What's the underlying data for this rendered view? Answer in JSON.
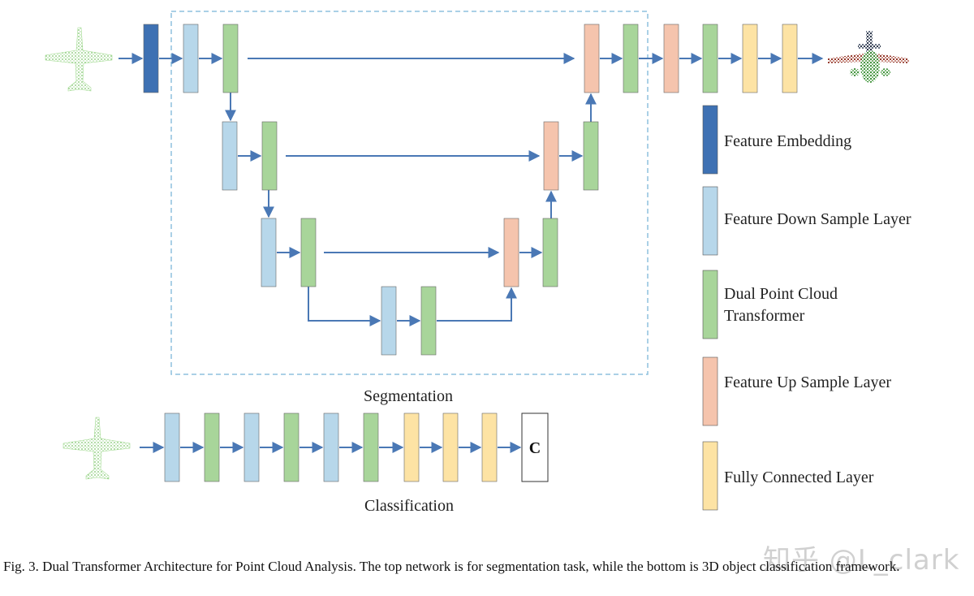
{
  "colors": {
    "embedding": "#3e71b3",
    "down": "#b7d7ea",
    "transformer": "#a8d59a",
    "up": "#f5c4ad",
    "fc": "#fde3a4",
    "arrow": "#4a78b5",
    "dashed_box": "#8ec0de",
    "output_box_border": "#333333"
  },
  "labels": {
    "segmentation": "Segmentation",
    "classification": "Classification",
    "output_class": "C"
  },
  "legend": [
    {
      "key": "embedding",
      "label_lines": [
        "Feature Embedding"
      ]
    },
    {
      "key": "down",
      "label_lines": [
        "Feature Down Sample Layer"
      ]
    },
    {
      "key": "transformer",
      "label_lines": [
        "Dual Point Cloud",
        "Transformer"
      ]
    },
    {
      "key": "up",
      "label_lines": [
        "Feature Up Sample Layer"
      ]
    },
    {
      "key": "fc",
      "label_lines": [
        "Fully Connected Layer"
      ]
    }
  ],
  "icons": {
    "input_top": "green-point-cloud-airplane-icon",
    "output_top": "segmented-point-cloud-airplane-icon",
    "input_bottom": "green-point-cloud-airplane-icon"
  },
  "caption": {
    "text": "Fig. 3.  Dual Transformer Architecture for Point Cloud Analysis. The top network is for segmentation task, while the bottom is 3D object classification framework."
  },
  "watermark": "知乎 @L_clark"
}
